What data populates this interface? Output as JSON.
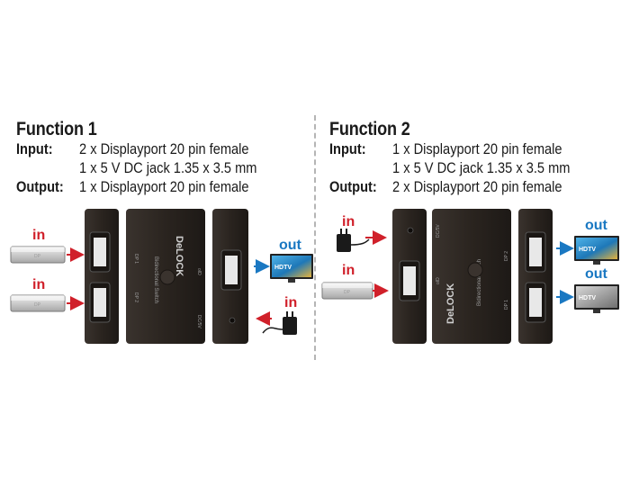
{
  "function1": {
    "title": "Function 1",
    "input_key": "Input:",
    "input_lines": [
      "2 x Displayport 20 pin female",
      "1 x 5 V DC jack 1.35 x 3.5 mm"
    ],
    "output_key": "Output:",
    "output_lines": [
      "1 x Displayport 20 pin female"
    ],
    "labels": {
      "in_top": "in",
      "in_bottom": "in",
      "out": "out",
      "in_power": "in"
    }
  },
  "function2": {
    "title": "Function 2",
    "input_key": "Input:",
    "input_lines": [
      "1 x Displayport 20 pin female",
      "1 x 5 V DC jack 1.35 x 3.5 mm"
    ],
    "output_key": "Output:",
    "output_lines": [
      "2 x Displayport 20 pin female"
    ],
    "labels": {
      "in_power": "in",
      "in_dp": "in",
      "out_top": "out",
      "out_bottom": "out"
    }
  },
  "device": {
    "brand": "DeLOCK",
    "model_text": "Bidirectional Switch",
    "port_dp1": "DP 1",
    "port_dp2": "DP 2",
    "port_out": "oID",
    "port_dc": "DC/5V",
    "monitor_text": "HDTV",
    "plug_text": "DP"
  },
  "colors": {
    "arrow_in": "#d0202a",
    "arrow_out": "#1a78c2",
    "device": "#2b2521"
  }
}
